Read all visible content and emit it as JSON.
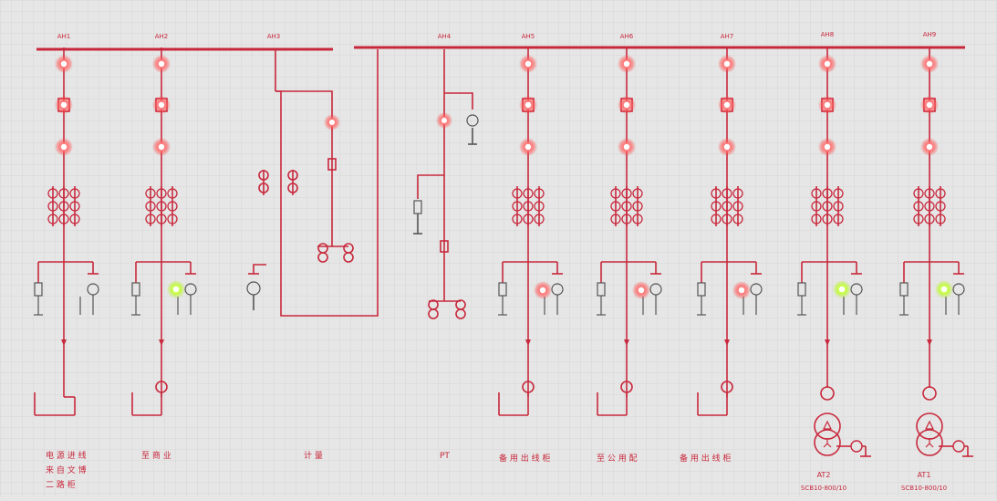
{
  "colors": {
    "background": "#e6e6e6",
    "grid": "#d2d2d2",
    "line": "#c8283c",
    "lamp_red": "#ff3030",
    "lamp_green": "#a8f000",
    "symbol_gray": "#555555"
  },
  "cabinets": [
    {
      "id": "AH1",
      "label": "AH1",
      "bottom_text": [
        "电 源 进 线",
        "来 自 文 博",
        "二 路 柜"
      ],
      "breaker_lamps": "red",
      "indicator": "none"
    },
    {
      "id": "AH2",
      "label": "AH2",
      "bottom_text": [
        "至 商 业"
      ],
      "breaker_lamps": "red",
      "indicator": "green"
    },
    {
      "id": "AH3",
      "label": "AH3",
      "bottom_text": [
        "计 量"
      ],
      "breaker_lamps": "red",
      "indicator": "none"
    },
    {
      "id": "AH4",
      "label": "AH4",
      "bottom_text": [
        "PT"
      ],
      "breaker_lamps": "red",
      "indicator": "none"
    },
    {
      "id": "AH5",
      "label": "AH5",
      "bottom_text": [
        "备 用 出 线 柜"
      ],
      "breaker_lamps": "red",
      "indicator": "red"
    },
    {
      "id": "AH6",
      "label": "AH6",
      "bottom_text": [
        "至 公 用 配"
      ],
      "breaker_lamps": "red",
      "indicator": "red"
    },
    {
      "id": "AH7",
      "label": "AH7",
      "bottom_text": [
        "备 用 出 线 柜"
      ],
      "breaker_lamps": "red",
      "indicator": "red"
    },
    {
      "id": "AH8",
      "label": "AH8",
      "bottom_text": [
        "AT2",
        "SCB10-800/10"
      ],
      "breaker_lamps": "red",
      "indicator": "green"
    },
    {
      "id": "AH9",
      "label": "AH9",
      "bottom_text": [
        "AT1",
        "SCB10-800/10"
      ],
      "breaker_lamps": "red",
      "indicator": "green"
    }
  ]
}
